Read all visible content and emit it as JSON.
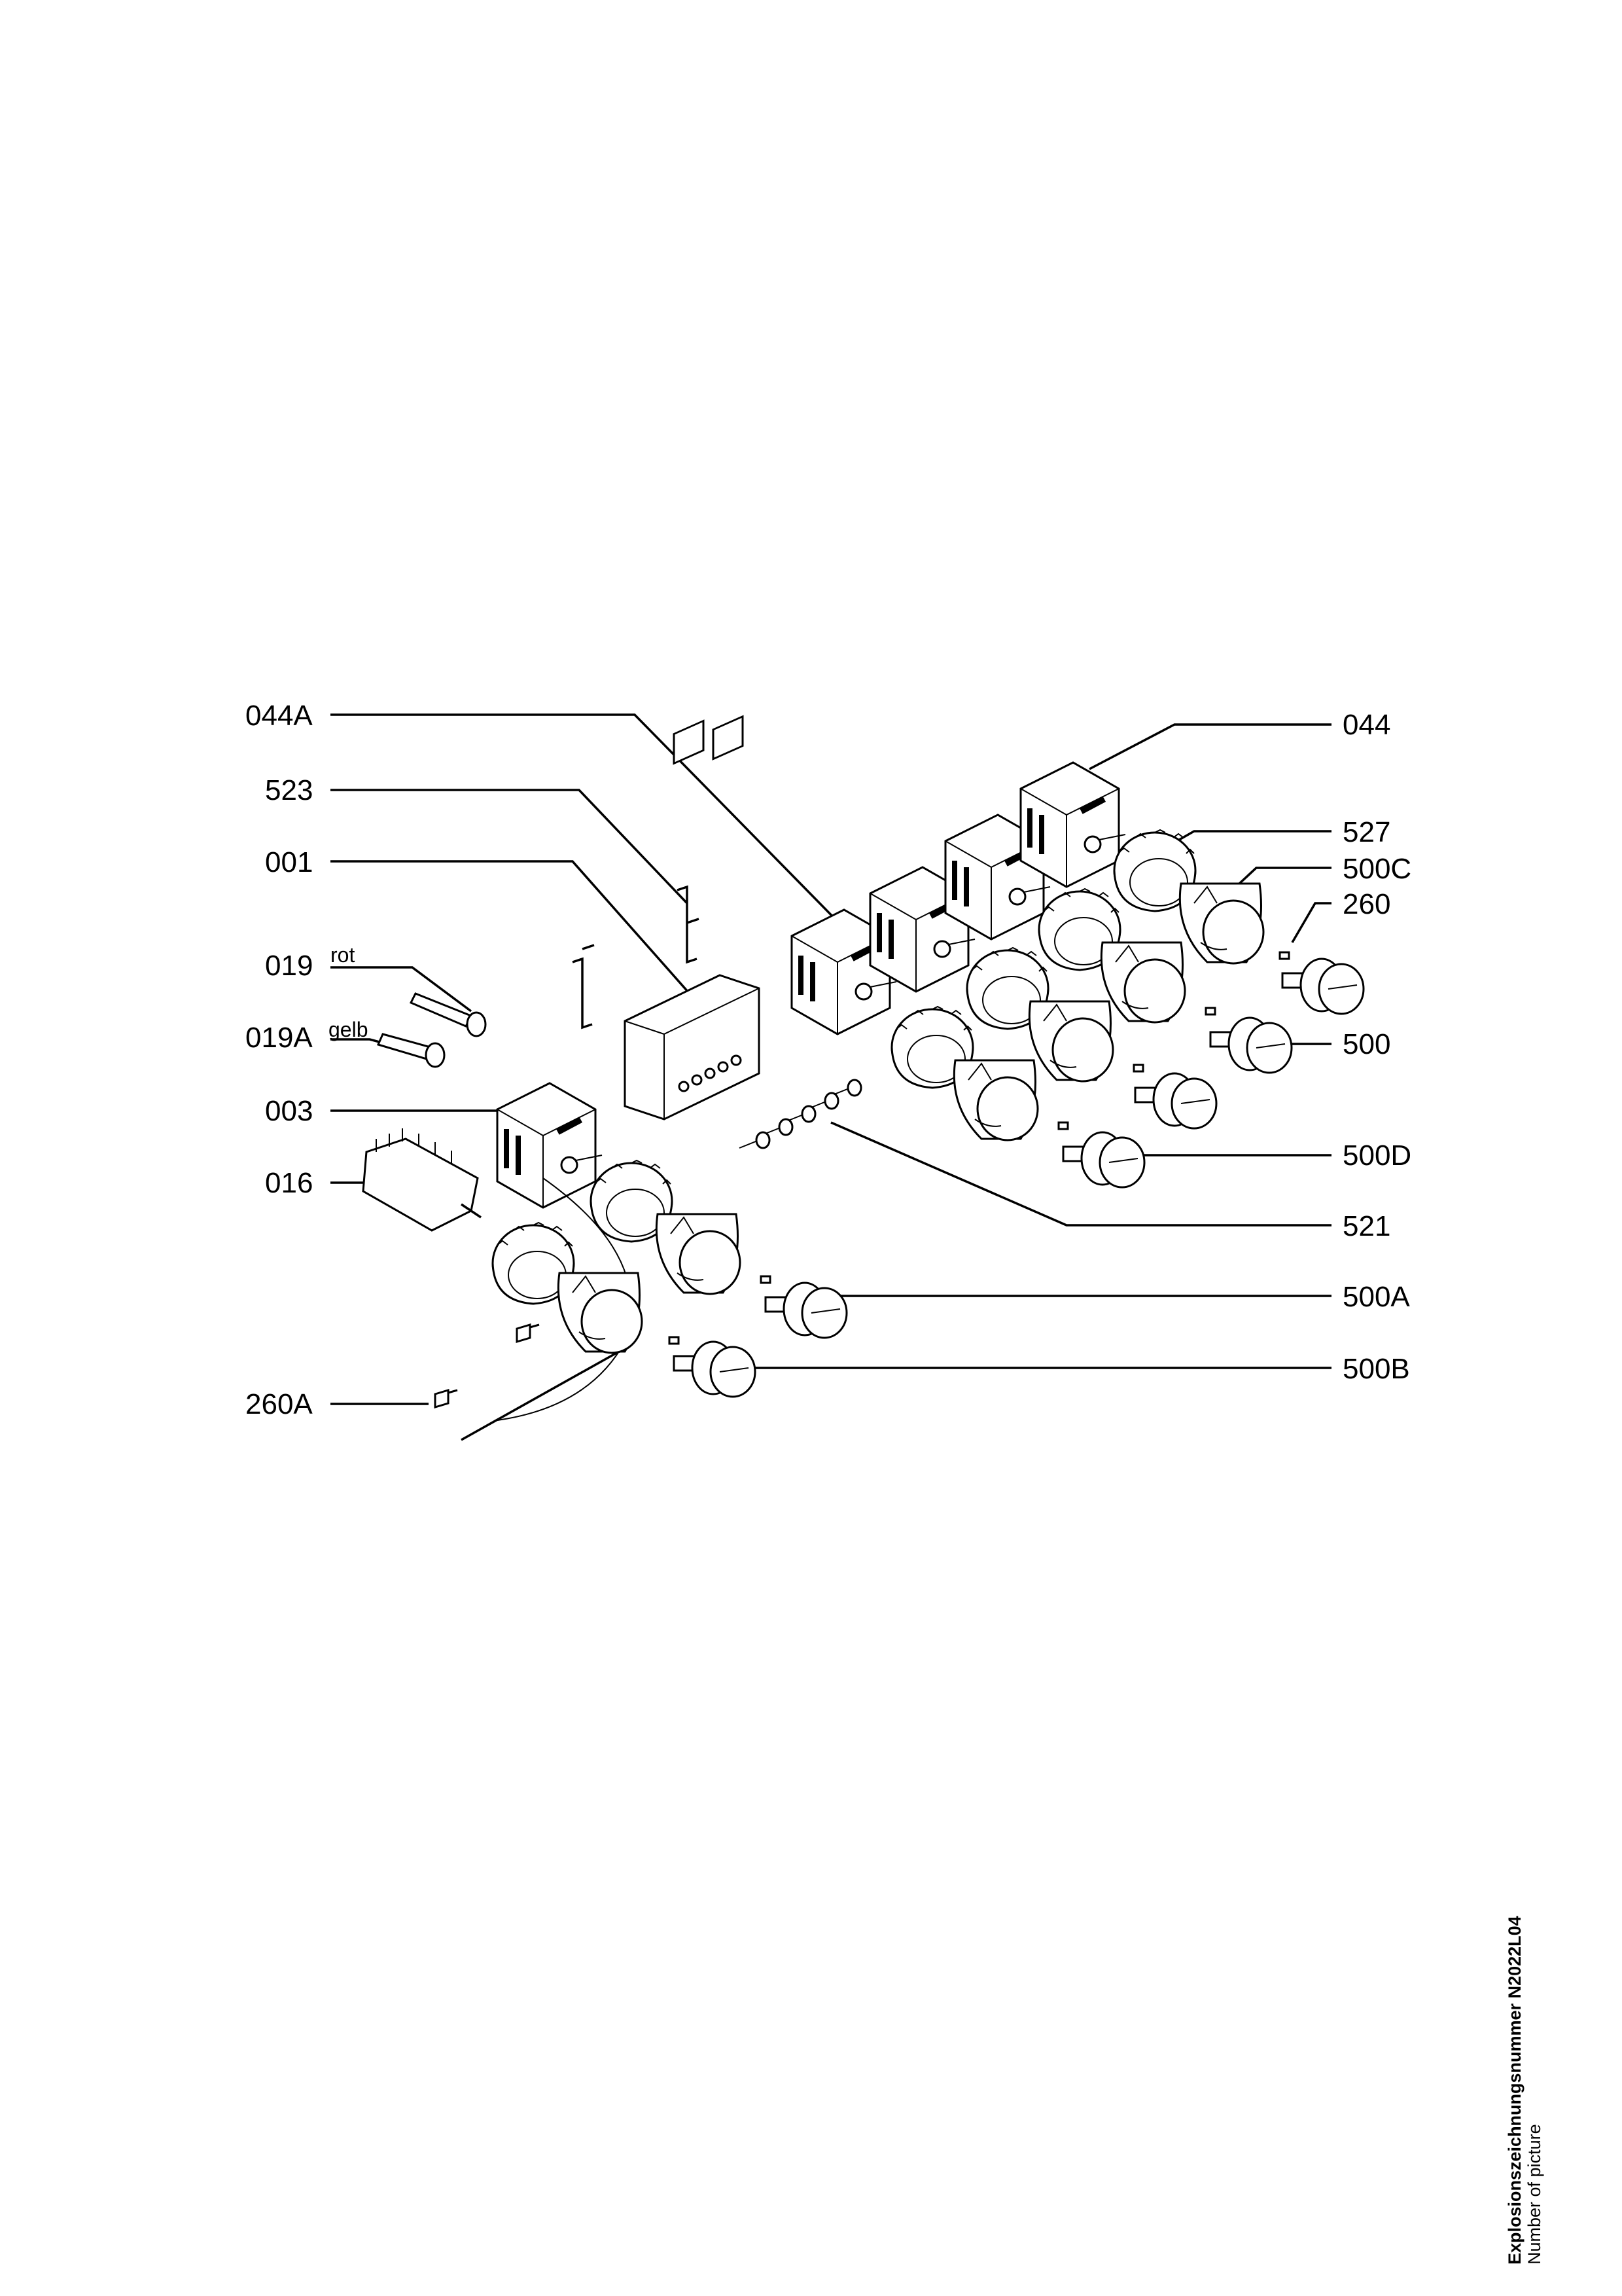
{
  "labels_left": [
    "044A",
    "523",
    "001",
    "019",
    "019A",
    "003",
    "016",
    "260A"
  ],
  "labels_right": [
    "044",
    "527",
    "500C",
    "260",
    "500",
    "500D",
    "521",
    "500A",
    "500B"
  ],
  "color_notes": {
    "rot": "rot",
    "gelb": "gelb"
  },
  "caption": {
    "line1": "Explosionszeichnungsnummer N2022L04",
    "line2": "Number of picture"
  }
}
